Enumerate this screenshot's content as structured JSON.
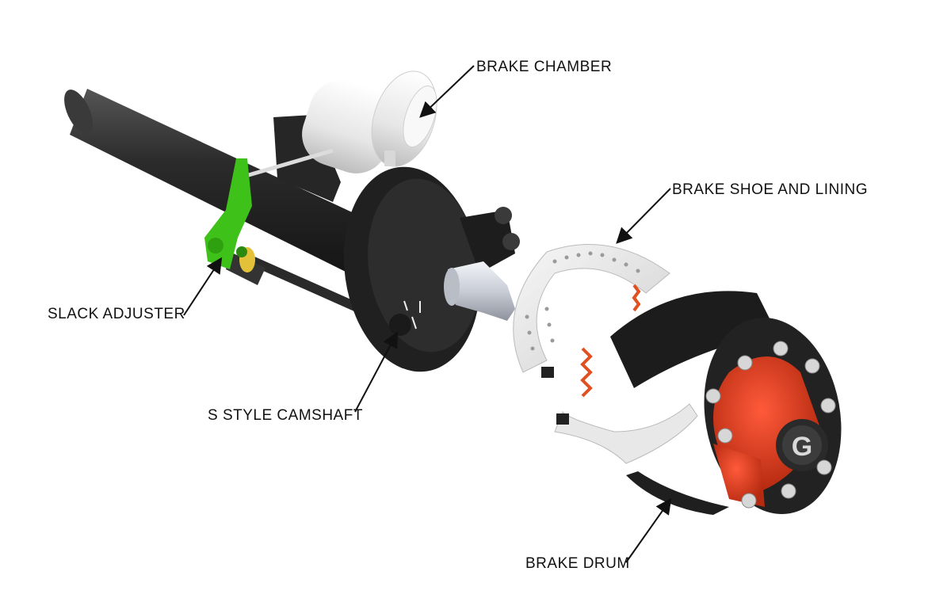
{
  "labels": {
    "brake_chamber": "BRAKE CHAMBER",
    "brake_shoe": "BRAKE SHOE AND LINING",
    "slack_adjuster": "SLACK ADJUSTER",
    "camshaft": "S STYLE CAMSHAFT",
    "brake_drum": "BRAKE DRUM"
  },
  "hub_logo": "G",
  "colors": {
    "axle": "#2a2a2a",
    "chamber": "#eeeeee",
    "slack_adjuster": "#3ec21a",
    "shoe": "#ececec",
    "hub": "#e23a1c",
    "springs": "#e05020",
    "background": "#ffffff"
  }
}
